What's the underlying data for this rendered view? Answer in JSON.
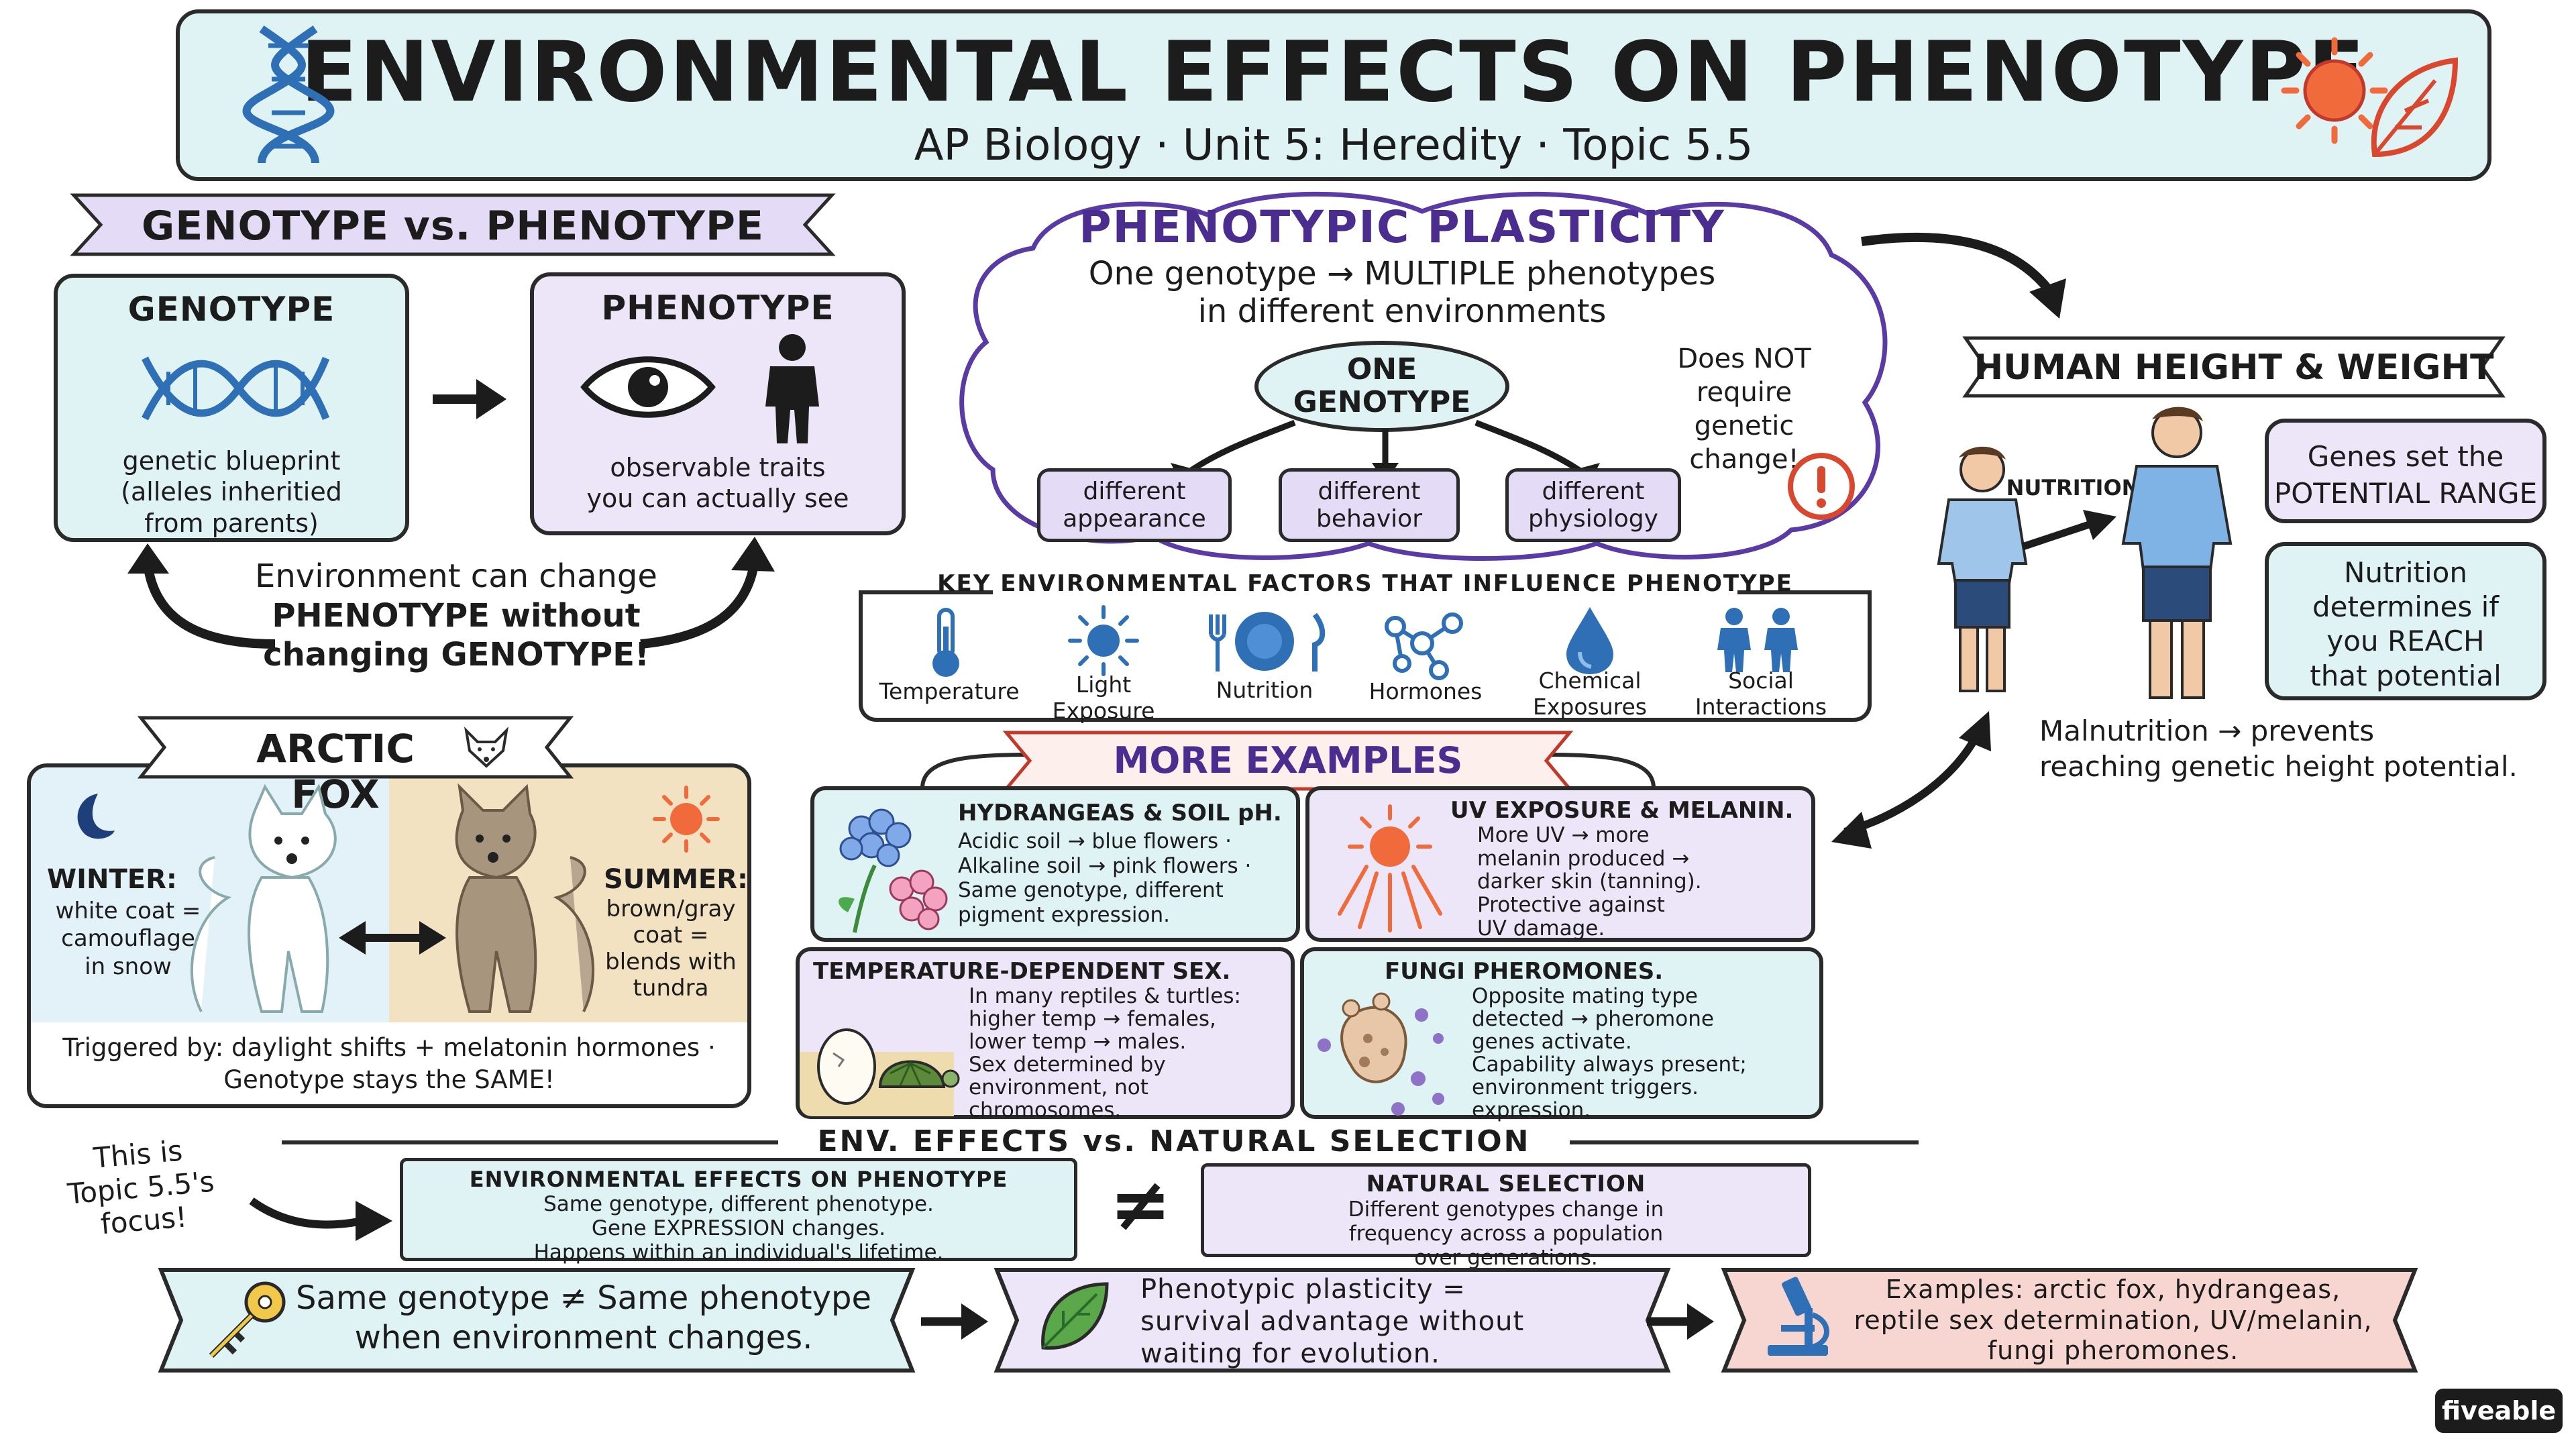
{
  "header": {
    "title": "ENVIRONMENTAL EFFECTS ON PHENOTYPE",
    "subtitle": "AP Biology · Unit 5: Heredity · Topic 5.5"
  },
  "geno_pheno": {
    "banner": "GENOTYPE vs. PHENOTYPE",
    "genotype_title": "GENOTYPE",
    "genotype_desc": [
      "genetic blueprint",
      "(alleles inheritied",
      "from parents)"
    ],
    "phenotype_title": "PHENOTYPE",
    "phenotype_desc": [
      "observable traits",
      "you can actually see"
    ],
    "env_note": [
      "Environment can change",
      "PHENOTYPE without",
      "changing GENOTYPE!"
    ]
  },
  "plasticity": {
    "title": "PHENOTYPIC PLASTICITY",
    "subtitle_1": "One genotype → MULTIPLE phenotypes",
    "subtitle_2": "in different environments",
    "center": [
      "ONE",
      "GENOTYPE"
    ],
    "outcomes": [
      [
        "different",
        "appearance"
      ],
      [
        "different",
        "behavior"
      ],
      [
        "different",
        "physiology"
      ]
    ],
    "note": [
      "Does NOT",
      "require",
      "genetic",
      "change!"
    ]
  },
  "factors": {
    "title": "KEY ENVIRONMENTAL FACTORS THAT INFLUENCE PHENOTYPE",
    "items": [
      {
        "label": [
          "Temperature"
        ],
        "icon": "thermometer-icon"
      },
      {
        "label": [
          "Light",
          "Exposure"
        ],
        "icon": "sun-icon"
      },
      {
        "label": [
          "Nutrition"
        ],
        "icon": "plate-icon"
      },
      {
        "label": [
          "Hormones"
        ],
        "icon": "molecule-icon"
      },
      {
        "label": [
          "Chemical",
          "Exposures"
        ],
        "icon": "drop-icon"
      },
      {
        "label": [
          "Social",
          "Interactions"
        ],
        "icon": "people-icon"
      }
    ]
  },
  "human": {
    "banner": "HUMAN HEIGHT & WEIGHT",
    "nutrition_label": "NUTRITION",
    "box1": [
      "Genes set the",
      "POTENTIAL RANGE"
    ],
    "box2": [
      "Nutrition",
      "determines if",
      "you REACH",
      "that potential"
    ],
    "note": [
      "Malnutrition → prevents",
      "reaching genetic height potential."
    ]
  },
  "fox": {
    "banner": "ARCTIC FOX",
    "winter_title": "WINTER:",
    "winter_desc": [
      "white coat =",
      "camouflage",
      "in snow"
    ],
    "summer_title": "SUMMER:",
    "summer_desc": [
      "brown/gray",
      "coat =",
      "blends with",
      "tundra"
    ],
    "footer_1": "Triggered by: daylight shifts + melatonin hormones ·",
    "footer_2": "Genotype stays the SAME!"
  },
  "more_examples": {
    "banner": "MORE EXAMPLES",
    "hydrangea": {
      "title": "HYDRANGEAS & SOIL pH.",
      "lines": [
        "Acidic soil → blue flowers ·",
        "Alkaline soil → pink flowers ·",
        "Same genotype, different",
        "pigment expression."
      ]
    },
    "uv": {
      "title": "UV EXPOSURE & MELANIN.",
      "lines": [
        "More UV → more",
        "melanin produced →",
        "darker skin (tanning).",
        "Protective against",
        "UV damage."
      ]
    },
    "temp_sex": {
      "title": "TEMPERATURE-DEPENDENT SEX.",
      "lines": [
        "In many reptiles & turtles:",
        "higher temp → females,",
        "lower temp → males.",
        "Sex determined by",
        "environment, not",
        "chromosomes."
      ]
    },
    "fungi": {
      "title": "FUNGI PHEROMONES.",
      "lines": [
        "Opposite mating type",
        "detected → pheromone",
        "genes activate.",
        "Capability always present;",
        "environment triggers.",
        "expression."
      ]
    }
  },
  "comparison": {
    "title": "ENV. EFFECTS vs. NATURAL SELECTION",
    "focus_note": [
      "This is",
      "Topic 5.5's",
      "focus!"
    ],
    "env_title": "ENVIRONMENTAL EFFECTS ON PHENOTYPE",
    "env_lines": [
      "Same genotype, different phenotype.",
      "Gene EXPRESSION changes.",
      "Happens within an individual's lifetime."
    ],
    "neq": "≠",
    "ns_title": "NATURAL SELECTION",
    "ns_lines": [
      "Different genotypes change in",
      "frequency across a population",
      "over generations."
    ]
  },
  "summary": {
    "s1": [
      "Same genotype ≠ Same phenotype",
      "when environment changes."
    ],
    "s2": [
      "Phenotypic plasticity =",
      "survival advantage without",
      "waiting for evolution."
    ],
    "s3": [
      "Examples: arctic fox, hydrangeas,",
      "reptile sex determination, UV/melanin,",
      "fungi pheromones."
    ]
  },
  "brand": "fiveable",
  "colors": {
    "teal": "#dff3f5",
    "lavender": "#ece6f8",
    "pink": "#f7d5d0",
    "purple_title": "#4b2d8f",
    "red_title": "#c0392b",
    "blue_icon": "#2f6fb5"
  }
}
